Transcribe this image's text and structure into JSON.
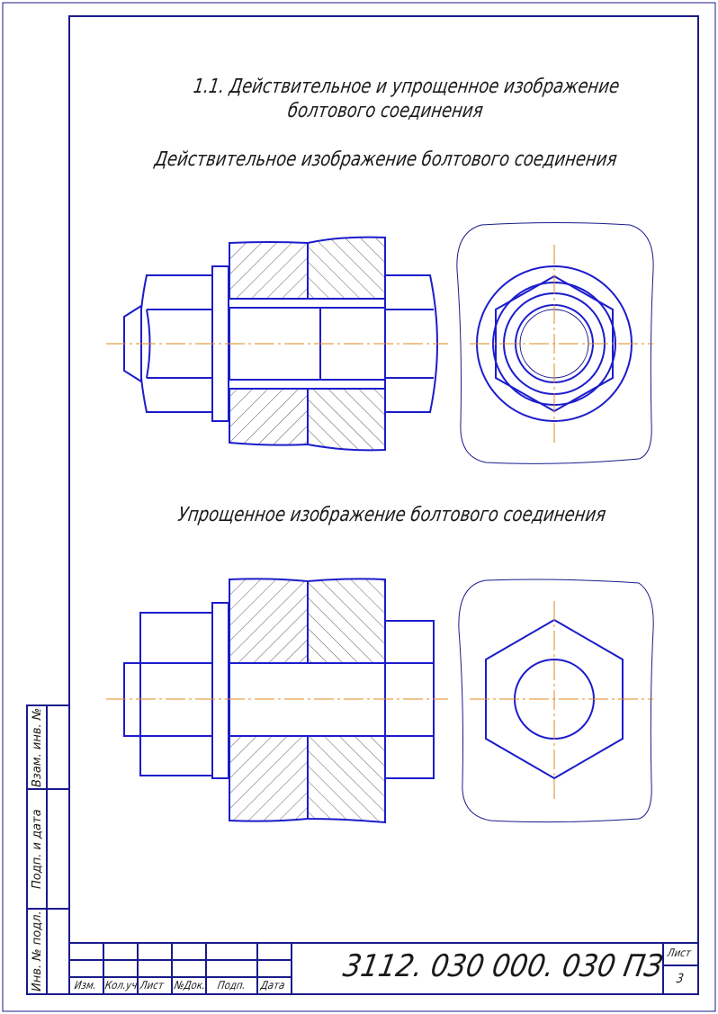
{
  "heading": {
    "line1": "1.1. Действительное и упрощенное изображение",
    "line2": "болтового соединения"
  },
  "captions": {
    "actual": "Действительное изображение болтового соединения",
    "simplified": "Упрощенное изображение болтового соединения"
  },
  "title_block": {
    "document_code": "3112. 030 000. 030 ПЗ",
    "sheet_label": "Лист",
    "sheet_number": "3",
    "columns": [
      "Изм.",
      "Кол.уч.",
      "Лист",
      "№Док.",
      "Подп.",
      "Дата"
    ]
  },
  "side_stamp": {
    "labels": [
      "Взам. инв. №",
      "Подп. и дата",
      "Инв. № подл."
    ]
  },
  "colors": {
    "outline": "#1a1a8c",
    "part": "#1c1ccc",
    "centerline": "#e08a1e",
    "hatch": "#333333"
  }
}
